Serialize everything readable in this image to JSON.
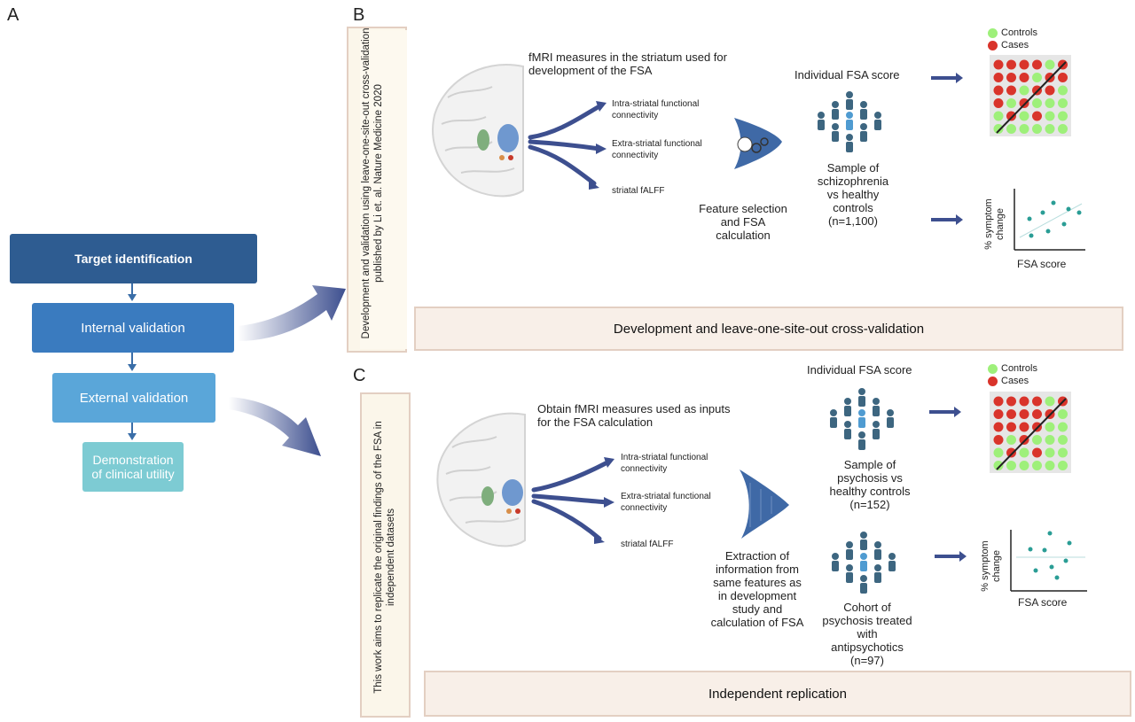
{
  "panels": {
    "a": "A",
    "b": "B",
    "c": "C"
  },
  "flow": {
    "target": "Target identification",
    "internal": "Internal validation",
    "external": "External validation",
    "demo": "Demonstration of clinical utility"
  },
  "panel_b": {
    "side_text": "Development  and validation using leave-one-site-out cross-validation published by Li et. al. Nature Medicine 2020",
    "heading": "fMRI measures in the striatum used for development of the FSA",
    "measures": [
      "Intra-striatal functional connectivity",
      "Extra-striatal functional connectivity",
      "striatal fALFF"
    ],
    "feature": "Feature selection and FSA calculation",
    "score_label": "Individual FSA score",
    "sample": "Sample of schizophrenia vs healthy controls (n=1,100)",
    "legend": {
      "controls": "Controls",
      "cases": "Cases"
    },
    "scatter_y": "% symptom change",
    "scatter_x": "FSA score",
    "banner": "Development and leave-one-site-out cross-validation"
  },
  "panel_c": {
    "side_text": "This work aims to replicate the original findings of the FSA in independent datasets",
    "heading": "Obtain fMRI measures used as inputs for the FSA calculation",
    "measures": [
      "Intra-striatal functional connectivity",
      "Extra-striatal functional connectivity",
      "striatal fALFF"
    ],
    "extraction": "Extraction of information from same features as in development study and calculation of FSA",
    "score_label": "Individual FSA score",
    "sample1": "Sample of psychosis vs healthy controls (n=152)",
    "sample2": "Cohort of psychosis treated with antipsychotics (n=97)",
    "legend": {
      "controls": "Controls",
      "cases": "Cases"
    },
    "scatter_y": "% symptom change",
    "scatter_x": "FSA score",
    "banner": "Independent replication"
  },
  "colors": {
    "target": "#2e5c91",
    "internal": "#3a7bbf",
    "external": "#5aa6d9",
    "demo": "#7dcbd3",
    "arrow": "#3d4f8f",
    "green": "#9ef07a",
    "red": "#d9342b",
    "teal": "#2a9d95"
  }
}
